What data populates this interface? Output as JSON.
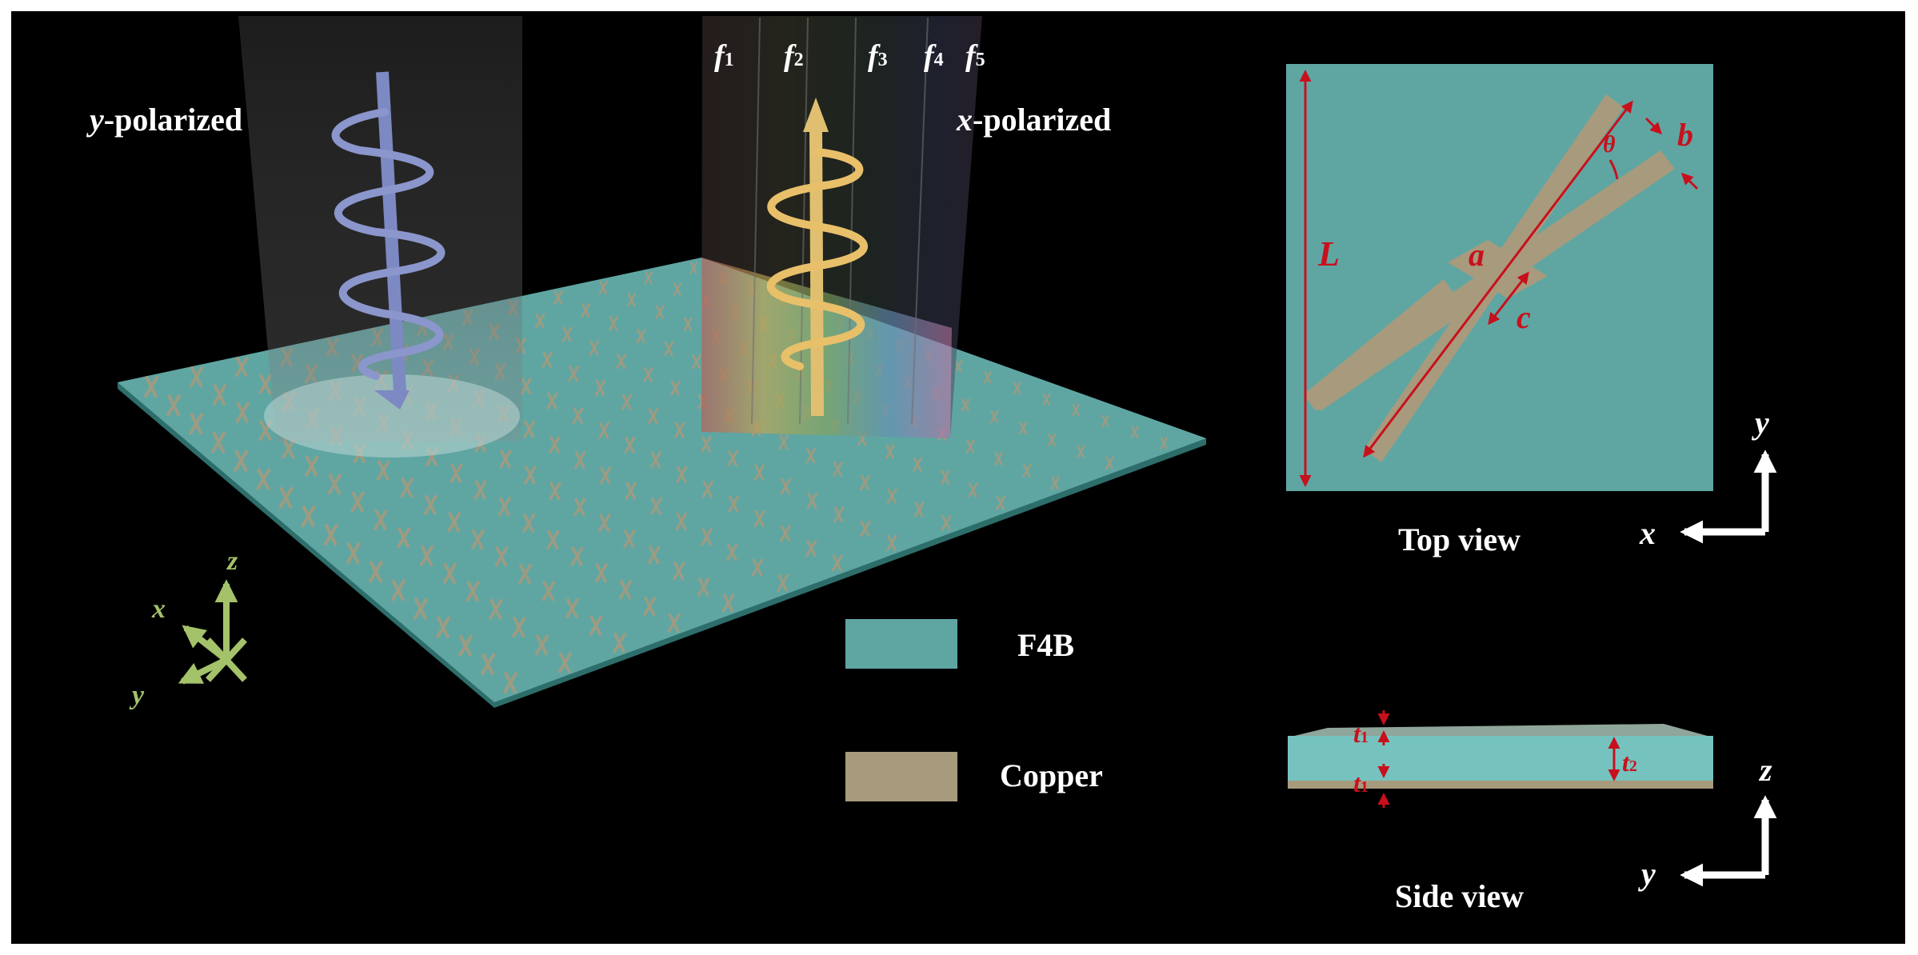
{
  "incident_beams": {
    "left_label": {
      "italic": "y",
      "rest": "-polarized"
    },
    "right_label": {
      "italic": "x",
      "rest": "-polarized"
    },
    "frequencies": [
      {
        "sym": "f",
        "sub": "1"
      },
      {
        "sym": "f",
        "sub": "2"
      },
      {
        "sym": "f",
        "sub": "3"
      },
      {
        "sym": "f",
        "sub": "4"
      },
      {
        "sym": "f",
        "sub": "5"
      }
    ]
  },
  "axes_3d": {
    "x": "x",
    "y": "y",
    "z": "z"
  },
  "legend": [
    {
      "label": "F4B",
      "color": "#5fa6a3"
    },
    {
      "label": "Copper",
      "color": "#a89a7c"
    }
  ],
  "top_view": {
    "caption": "Top view",
    "dims": {
      "L": "L",
      "a": "a",
      "b": "b",
      "c": "c",
      "theta": "θ"
    },
    "axes": {
      "x": "x",
      "y": "y"
    }
  },
  "side_view": {
    "caption": "Side view",
    "dims": [
      {
        "sym": "t",
        "sub": "1"
      },
      {
        "sym": "t",
        "sub": "2"
      },
      {
        "sym": "t",
        "sub": "1"
      }
    ],
    "axes": {
      "y": "y",
      "z": "z"
    }
  },
  "colors": {
    "substrate": "#5fa6a3",
    "copper": "#a89a7c",
    "dimension": "#c8101c",
    "background": "#000000"
  }
}
